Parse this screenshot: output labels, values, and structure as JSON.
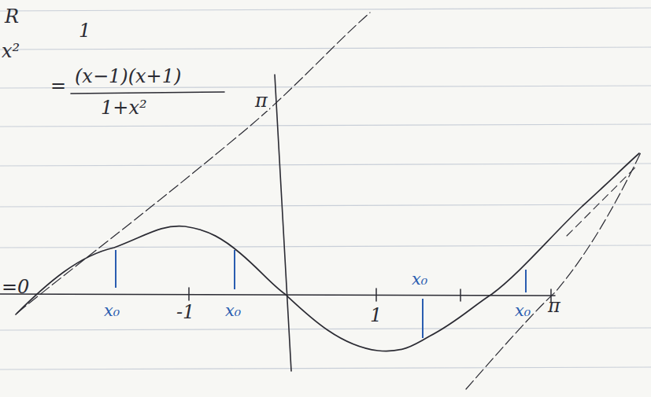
{
  "diagram": {
    "labels": [
      "R",
      "1",
      "x²",
      "=",
      "(x−1)(x+1)",
      "1+x²",
      "π",
      "=0",
      "x₀",
      "-1",
      "x₀",
      "1",
      "x₀",
      "x₀",
      "π"
    ]
  }
}
